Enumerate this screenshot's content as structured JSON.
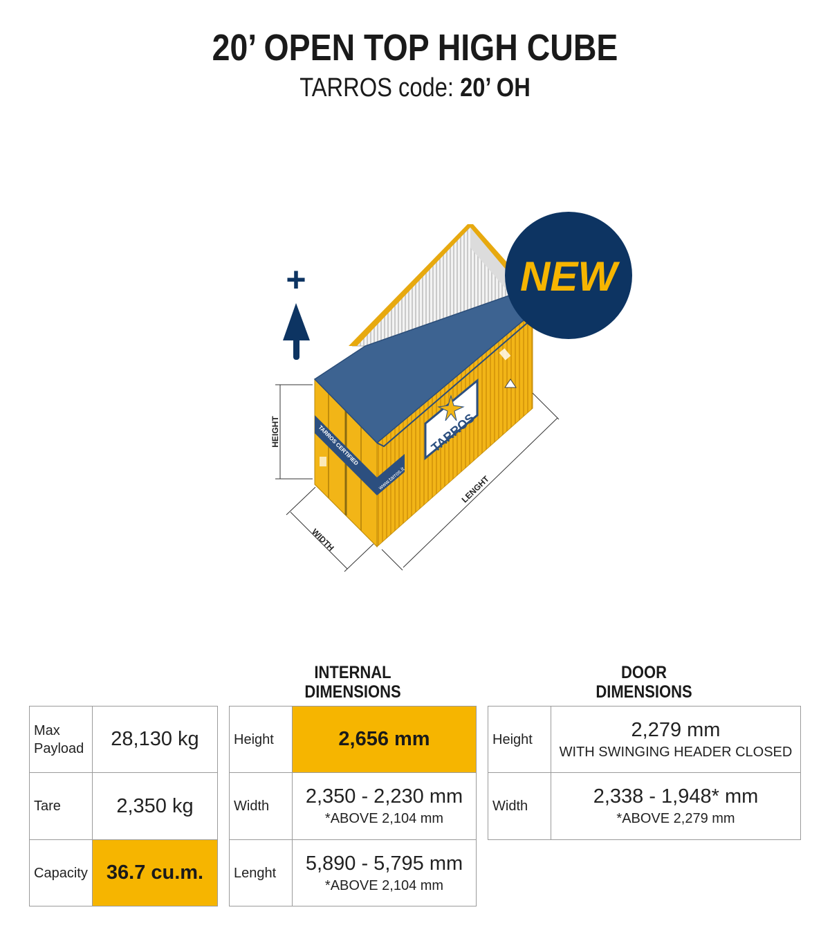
{
  "header": {
    "title": "20’ OPEN TOP HIGH CUBE",
    "code_label": "TARROS code:",
    "code_value": "20’ OH"
  },
  "illustration": {
    "badge": "NEW",
    "plus_symbol": "+",
    "dimension_labels": {
      "height": "HEIGHT",
      "width": "WIDTH",
      "length": "LENGHT"
    },
    "brand": "TARROS",
    "stripe_text": "TARROS CERTIFIED",
    "website": "www.tarros.it",
    "colors": {
      "container": "#f2b517",
      "cover": "#3d6391",
      "badge": "#0d3462",
      "badge_text": "#f6b500",
      "arrow": "#0d3462"
    }
  },
  "general_table": {
    "rows": [
      {
        "label": "Max Payload",
        "value": "28,130 kg"
      },
      {
        "label": "Tare",
        "value": "2,350 kg"
      },
      {
        "label": "Capacity",
        "value": "36.7 cu.m."
      }
    ]
  },
  "internal": {
    "heading_line1": "INTERNAL",
    "heading_line2": "DIMENSIONS",
    "rows": [
      {
        "label": "Height",
        "value": "2,656 mm"
      },
      {
        "label": "Width",
        "value": "2,350 - 2,230 mm",
        "note": "*ABOVE 2,104 mm"
      },
      {
        "label": "Lenght",
        "value": "5,890 - 5,795 mm",
        "note": "*ABOVE 2,104 mm"
      }
    ]
  },
  "door": {
    "heading_line1": "DOOR",
    "heading_line2": "DIMENSIONS",
    "rows": [
      {
        "label": "Height",
        "value": "2,279 mm",
        "note": "WITH SWINGING HEADER CLOSED"
      },
      {
        "label": "Width",
        "value": "2,338 - 1,948* mm",
        "note": "*ABOVE 2,279 mm"
      }
    ]
  },
  "highlight_color": "#f6b500"
}
